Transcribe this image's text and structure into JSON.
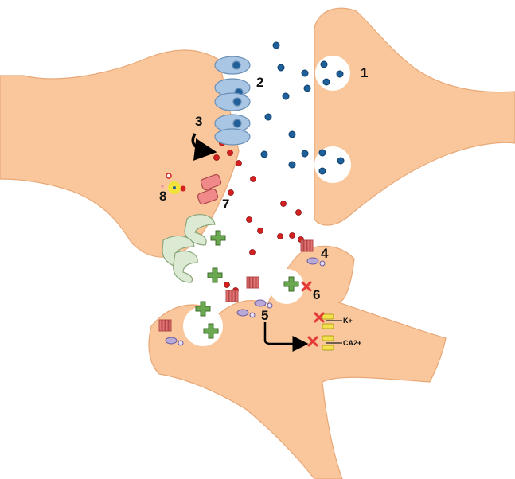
{
  "diagram": {
    "labels": [
      "1",
      "2",
      "3",
      "4",
      "5",
      "6",
      "7",
      "8"
    ],
    "ion_labels": {
      "potassium": "K+",
      "calcium": "CA2+"
    },
    "colors": {
      "cell": "#f9c79b",
      "cell_stroke": "#e8a878",
      "vesicle_molecule": "#1f5f9a",
      "red_molecule": "#d42020",
      "receptor_blue": "#a9c6e4",
      "receptor_green": "#dcead3",
      "gpcr": "#e57373",
      "transporter": "#f08a8a",
      "enzyme": "#f2e33a",
      "plus_molecule": "#6aa84f",
      "ion_channel": "#f4e04d",
      "g_protein": "#b9a9d9",
      "inhibit_cross": "#e53935",
      "arrow": "#000000"
    }
  }
}
